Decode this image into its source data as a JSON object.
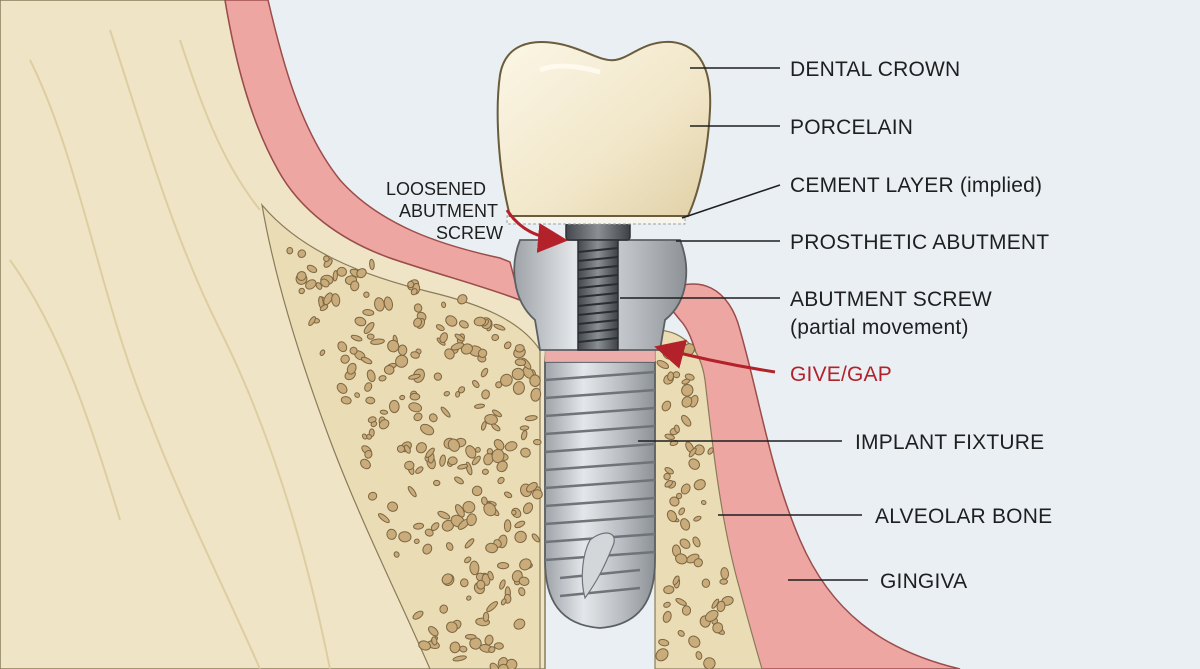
{
  "labels": {
    "dental_crown": "DENTAL CROWN",
    "porcelain": "PORCELAIN",
    "cement_layer": "CEMENT LAYER (implied)",
    "prosthetic_abutment": "PROSTHETIC ABUTMENT",
    "abutment_screw_line1": "ABUTMENT SCREW",
    "abutment_screw_line2": "(partial movement)",
    "give_gap": "GIVE/GAP",
    "implant_fixture": "IMPLANT FIXTURE",
    "alveolar_bone": "ALVEOLAR BONE",
    "gingiva": "GINGIVA",
    "loosened_line1": "LOOSENED",
    "loosened_line2": "ABUTMENT",
    "loosened_line3": "SCREW"
  },
  "colors": {
    "background": "#e9eff3",
    "bone": "#efe4c6",
    "bone_dark": "#e2d3ab",
    "gingiva": "#eea6a2",
    "gingiva_dark": "#d9807d",
    "crown": "#f3ead0",
    "metal": "#bfc3c7",
    "screw": "#5e6266",
    "accent_red": "#b3222a",
    "text": "#1f1f1f"
  }
}
